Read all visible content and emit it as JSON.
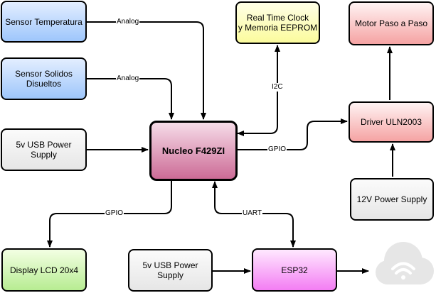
{
  "nodes": {
    "sensor_temp": "Sensor Temperatura",
    "sensor_sol": "Sensor Solidos\nDisueltos",
    "usb_power_1": "5v USB Power\nSupply",
    "nucleo": "Nucleo F429ZI",
    "rtc": "Real Time Clock\ny Memoria EEPROM",
    "motor": "Motor Paso a Paso",
    "driver": "Driver ULN2003",
    "power_12v": "12V Power Supply",
    "lcd": "Display LCD 20x4",
    "usb_power_2": "5v USB Power\nSupply",
    "esp32": "ESP32"
  },
  "edges": {
    "temp_analog": "Analog",
    "sol_analog": "Analog",
    "i2c": "I2C",
    "gpio_driver": "GPIO",
    "gpio_lcd": "GPIO",
    "uart": "UART"
  },
  "icons": {
    "cloud": "wifi-cloud-icon"
  },
  "colors": {
    "nucleo": "#cc6b96",
    "esp32": "#f37df3",
    "cloud": "#e6e6e6"
  }
}
